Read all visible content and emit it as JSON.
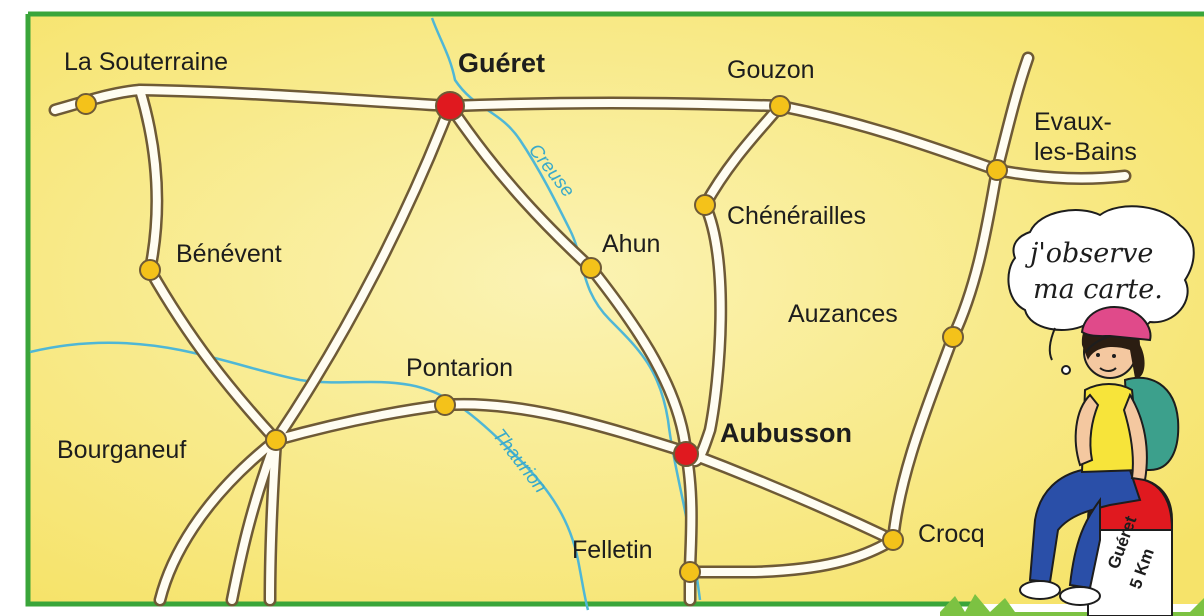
{
  "map": {
    "colors": {
      "border": "#3aa53a",
      "land": "#f6e36a",
      "land_light": "#fbf3b4",
      "road_outline": "#6e5a36",
      "road_fill": "#fffdf2",
      "river": "#4fb7d6",
      "town": "#f4c21a",
      "major_town": "#e0191f"
    },
    "towns": [
      {
        "id": "la-souterraine",
        "name": "La Souterraine",
        "major": false
      },
      {
        "id": "gueret",
        "name": "Guéret",
        "major": true
      },
      {
        "id": "gouzon",
        "name": "Gouzon",
        "major": false
      },
      {
        "id": "evaux-les-bains",
        "name": "Evaux-\nles-Bains",
        "major": false
      },
      {
        "id": "benevent",
        "name": "Bénévent",
        "major": false
      },
      {
        "id": "chenerailles",
        "name": "Chénérailles",
        "major": false
      },
      {
        "id": "ahun",
        "name": "Ahun",
        "major": false
      },
      {
        "id": "auzances",
        "name": "Auzances",
        "major": false
      },
      {
        "id": "pontarion",
        "name": "Pontarion",
        "major": false
      },
      {
        "id": "bourganeuf",
        "name": "Bourganeuf",
        "major": false
      },
      {
        "id": "aubusson",
        "name": "Aubusson",
        "major": true
      },
      {
        "id": "crocq",
        "name": "Crocq",
        "major": false
      },
      {
        "id": "felletin",
        "name": "Felletin",
        "major": false
      }
    ],
    "rivers": [
      {
        "id": "creuse",
        "name": "Creuse"
      },
      {
        "id": "thaurion",
        "name": "Thaurion"
      }
    ]
  },
  "character": {
    "speech_bubble": [
      "j'observe",
      "ma carte."
    ],
    "milestone": [
      "Guéret",
      "5 Km"
    ]
  }
}
